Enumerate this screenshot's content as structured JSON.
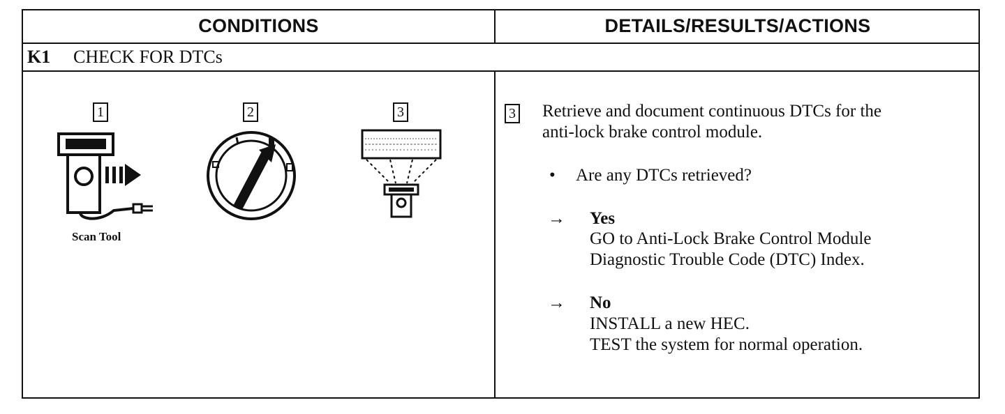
{
  "header": {
    "conditions": "CONDITIONS",
    "details": "DETAILS/RESULTS/ACTIONS"
  },
  "step": {
    "id": "K1",
    "title": "CHECK FOR DTCs"
  },
  "figures": [
    {
      "label": "1",
      "caption": "Scan Tool",
      "icon": "scan-tool-icon"
    },
    {
      "label": "2",
      "caption": "",
      "icon": "ignition-switch-icon"
    },
    {
      "label": "3",
      "caption": "",
      "icon": "scan-tool-display-icon"
    }
  ],
  "details": {
    "ref_label": "3",
    "instruction_line1": "Retrieve and document continuous DTCs for the",
    "instruction_line2": "anti-lock brake control module.",
    "bullet": "•",
    "question": "Are any DTCs retrieved?",
    "arrow": "→",
    "yes": {
      "label": "Yes",
      "line1": "GO to Anti-Lock Brake Control Module",
      "line2": "Diagnostic Trouble Code (DTC) Index."
    },
    "no": {
      "label": "No",
      "line1": "INSTALL a new HEC.",
      "line2": "TEST the system for normal operation."
    }
  }
}
